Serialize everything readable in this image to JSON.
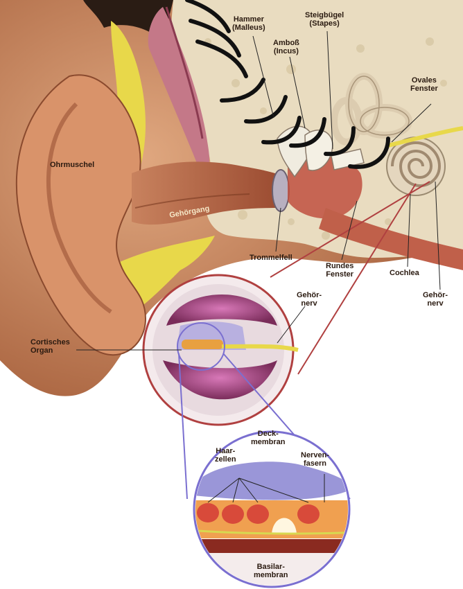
{
  "labels": {
    "hammer": [
      "Hammer",
      "(Malleus)"
    ],
    "steigbuegel": [
      "Steigbügel",
      "(Stapes)"
    ],
    "amboss": [
      "Amboß",
      "(Incus)"
    ],
    "ovales_fenster": [
      "Ovales",
      "Fenster"
    ],
    "ohrmuschel": [
      "Ohrmuschel"
    ],
    "gehoergang": [
      "Gehörgang"
    ],
    "trommelfell": [
      "Trommelfell"
    ],
    "rundes_fenster": [
      "Rundes",
      "Fenster"
    ],
    "cochlea": [
      "Cochlea"
    ],
    "gehoernerv_right": [
      "Gehör-",
      "nerv"
    ],
    "gehoernerv_inner": [
      "Gehör-",
      "nerv"
    ],
    "cortisches_organ": [
      "Cortisches",
      "Organ"
    ],
    "deckmembran": [
      "Deck-",
      "membran"
    ],
    "haarzellen": [
      "Haar-",
      "zellen"
    ],
    "nervenfasern": [
      "Nerven-",
      "fasern"
    ],
    "basilarmembran": [
      "Basilar-",
      "membran"
    ]
  },
  "colors": {
    "skin": "#c98a62",
    "bone": "#e9dcc0",
    "fat": "#e8d84a",
    "canal": "#b86a4a",
    "cochlea": "#d8c8b0",
    "magnify_ring": "#b04040",
    "zoom_ring": "#7a6fd0",
    "sound_waves": "#111111"
  }
}
